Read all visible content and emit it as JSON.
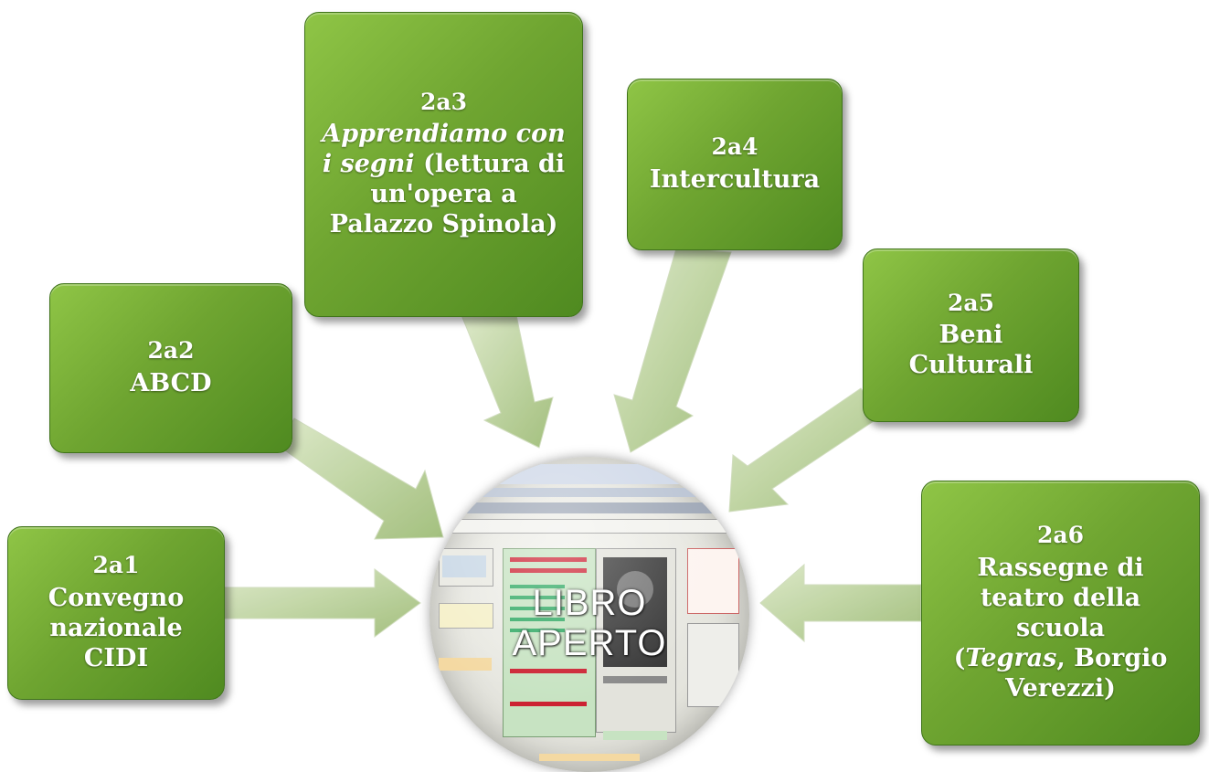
{
  "nodes": [
    {
      "code": "2a1",
      "line1": "Convegno",
      "line2": "nazionale",
      "line3": "CIDI"
    },
    {
      "code": "2a2",
      "line1": "ABCD"
    },
    {
      "code": "2a3",
      "italic": "Apprendiamo con i segni",
      "rest": " (lettura di un'opera a Palazzo Spinola)"
    },
    {
      "code": "2a4",
      "line1": "Intercultura"
    },
    {
      "code": "2a5",
      "line1": "Beni Culturali"
    },
    {
      "code": "2a6",
      "line1": "Rassegne di teatro della scuola",
      "open": "(",
      "italic": "Tegras",
      "rest": ", Borgio Verezzi)"
    }
  ],
  "hub": {
    "line1": "LIBRO",
    "line2": "APERTO"
  },
  "colors": {
    "node_fill": "#6fa531",
    "arrow_fill": "#b5cf93",
    "text": "#ffffff"
  }
}
